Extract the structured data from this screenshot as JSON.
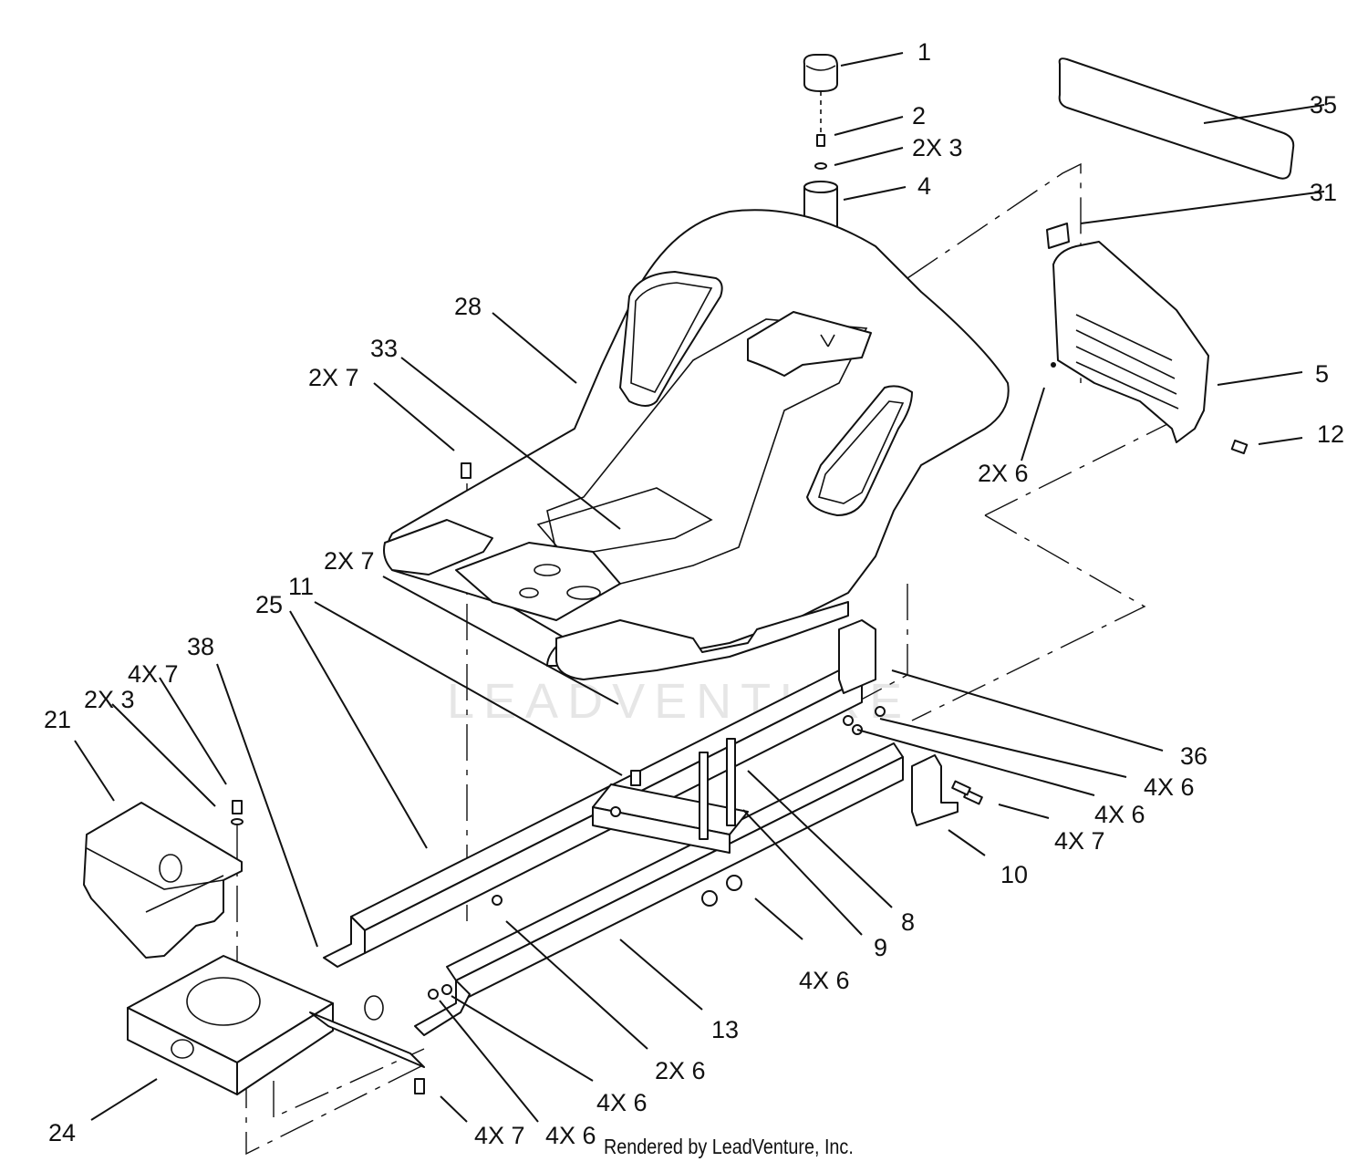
{
  "callouts": [
    {
      "id": "c1",
      "text": "1"
    },
    {
      "id": "c2",
      "text": "2"
    },
    {
      "id": "c3",
      "text": "2X 3"
    },
    {
      "id": "c4",
      "text": "4"
    },
    {
      "id": "c35",
      "text": "35"
    },
    {
      "id": "c31",
      "text": "31"
    },
    {
      "id": "c28",
      "text": "28"
    },
    {
      "id": "c33",
      "text": "33"
    },
    {
      "id": "c7a",
      "text": "2X 7"
    },
    {
      "id": "c5",
      "text": "5"
    },
    {
      "id": "c12",
      "text": "12"
    },
    {
      "id": "c6a",
      "text": "2X 6"
    },
    {
      "id": "c7b",
      "text": "2X 7"
    },
    {
      "id": "c11",
      "text": "11"
    },
    {
      "id": "c25",
      "text": "25"
    },
    {
      "id": "c38",
      "text": "38"
    },
    {
      "id": "c47a",
      "text": "4X 7"
    },
    {
      "id": "c3b",
      "text": "2X 3"
    },
    {
      "id": "c21",
      "text": "21"
    },
    {
      "id": "c36",
      "text": "36"
    },
    {
      "id": "c46a",
      "text": "4X 6"
    },
    {
      "id": "c46b",
      "text": "4X 6"
    },
    {
      "id": "c47b",
      "text": "4X 7"
    },
    {
      "id": "c10",
      "text": "10"
    },
    {
      "id": "c8",
      "text": "8"
    },
    {
      "id": "c9",
      "text": "9"
    },
    {
      "id": "c46c",
      "text": "4X 6"
    },
    {
      "id": "c13",
      "text": "13"
    },
    {
      "id": "c6b",
      "text": "2X 6"
    },
    {
      "id": "c46d",
      "text": "4X 6"
    },
    {
      "id": "c24",
      "text": "24"
    },
    {
      "id": "c47c",
      "text": "4X 7"
    },
    {
      "id": "c46e",
      "text": "4X 6"
    }
  ],
  "footer": "Rendered by LeadVenture, Inc.",
  "watermark": "LEADVENTURE"
}
